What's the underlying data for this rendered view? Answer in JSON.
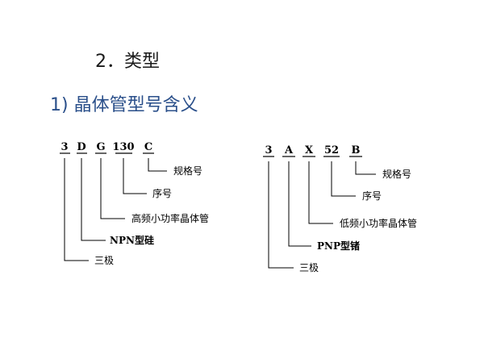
{
  "heading": "2．类型",
  "subheading": "1) 晶体管型号含义",
  "examples": [
    {
      "parts": [
        {
          "code": "3",
          "meaning": "三极"
        },
        {
          "code": "D",
          "meaning": "NPN型硅"
        },
        {
          "code": "G",
          "meaning": "高频小功率晶体管"
        },
        {
          "code": "130",
          "meaning": "序号"
        },
        {
          "code": "C",
          "meaning": "规格号"
        }
      ]
    },
    {
      "parts": [
        {
          "code": "3",
          "meaning": "三极"
        },
        {
          "code": "A",
          "meaning": "PNP型锗"
        },
        {
          "code": "X",
          "meaning": "低频小功率晶体管"
        },
        {
          "code": "52",
          "meaning": "序号"
        },
        {
          "code": "B",
          "meaning": "规格号"
        }
      ]
    }
  ]
}
